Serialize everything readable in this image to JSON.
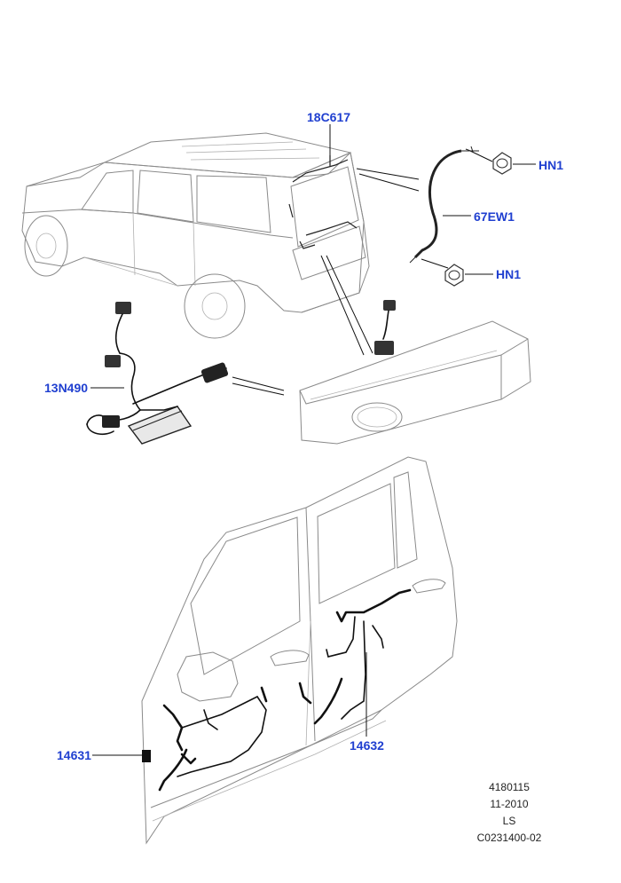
{
  "callouts": {
    "part_18c617": "18C617",
    "part_hn1_top": "HN1",
    "part_67ew1": "67EW1",
    "part_hn1_bottom": "HN1",
    "part_13n490": "13N490",
    "part_14631": "14631",
    "part_14632": "14632"
  },
  "footer": {
    "line1": "4180115",
    "line2": "11-2010",
    "line3": "LS",
    "line4": "C0231400-02"
  },
  "colors": {
    "callout_text": "#1f3fd0",
    "line_art": "#8a8a8a",
    "harness": "#111111"
  }
}
